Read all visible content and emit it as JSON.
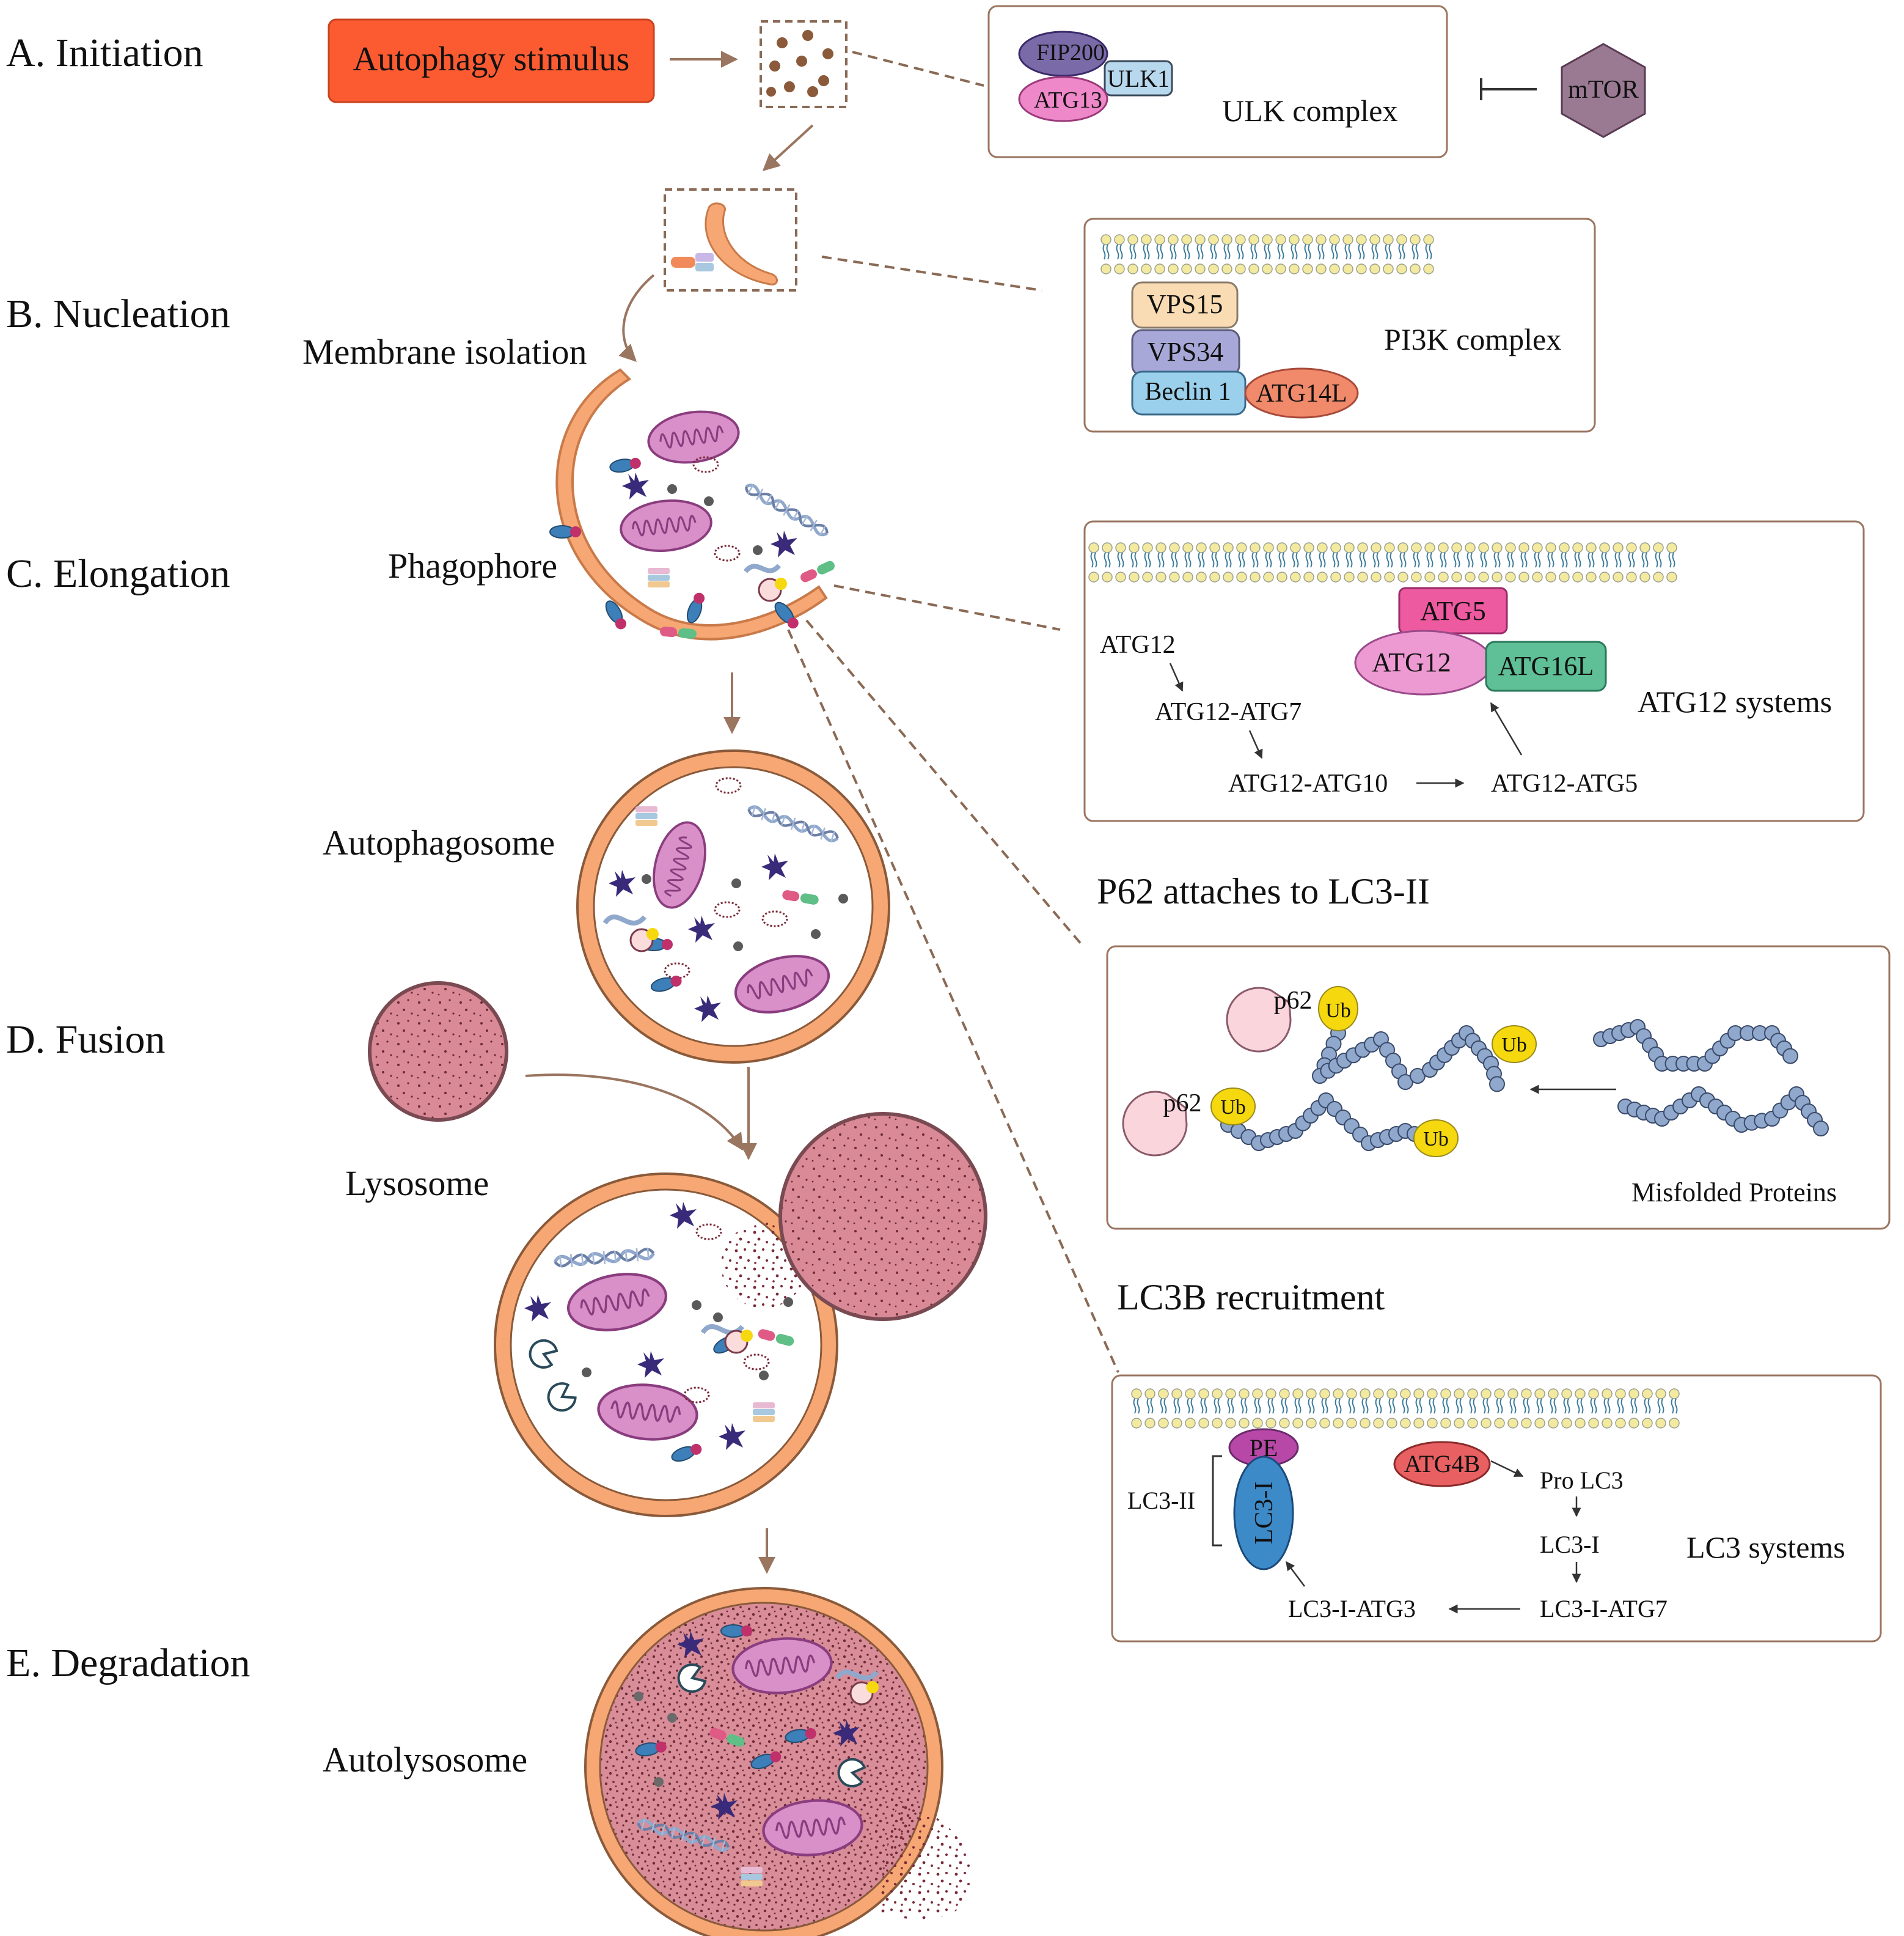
{
  "stages": {
    "a": "A. Initiation",
    "b": "B. Nucleation",
    "c": "C. Elongation",
    "d": "D. Fusion",
    "e": "E. Degradation"
  },
  "labels": {
    "stimulus": "Autophagy stimulus",
    "membrane_isolation": "Membrane isolation",
    "phagophore": "Phagophore",
    "autophagosome": "Autophagosome",
    "lysosome": "Lysosome",
    "autolysosome": "Autolysosome"
  },
  "ulk_box": {
    "title": "ULK complex",
    "fip200": "FIP200",
    "ulk1": "ULK1",
    "atg13": "ATG13",
    "mtor": "mTOR"
  },
  "pi3k_box": {
    "title": "PI3K complex",
    "vps15": "VPS15",
    "vps34": "VPS34",
    "beclin1": "Beclin 1",
    "atg14l": "ATG14L"
  },
  "atg12_box": {
    "title": "ATG12 systems",
    "atg5": "ATG5",
    "atg12": "ATG12",
    "atg16l": "ATG16L",
    "step1": "ATG12",
    "step2": "ATG12-ATG7",
    "step3": "ATG12-ATG10",
    "step4": "ATG12-ATG5"
  },
  "p62_box": {
    "heading": "P62 attaches to LC3-II",
    "p62_top": "p62",
    "p62_bottom": "p62",
    "ub1": "Ub",
    "ub2": "Ub",
    "ub3": "Ub",
    "ub4": "Ub",
    "misfolded": "Misfolded Proteins"
  },
  "lc3_box": {
    "heading": "LC3B recruitment",
    "title": "LC3 systems",
    "pe": "PE",
    "lc3i_vertical": "LC3-I",
    "lc3ii": "LC3-II",
    "atg4b": "ATG4B",
    "pro_lc3": "Pro LC3",
    "lc3i": "LC3-I",
    "lc3i_atg7": "LC3-I-ATG7",
    "lc3i_atg3": "LC3-I-ATG3"
  },
  "colors": {
    "stimulus_fill": "#fc5b32",
    "membrane": "#f7a773",
    "membrane_stroke": "#c97a4a",
    "arrow": "#9a7560",
    "lysosome_fill": "#d98a96",
    "mitochondria": "#d98fc8",
    "mtor": "#9a7a92",
    "ub_yellow": "#f5d80e",
    "protein_bead": "#8fa8cc"
  }
}
